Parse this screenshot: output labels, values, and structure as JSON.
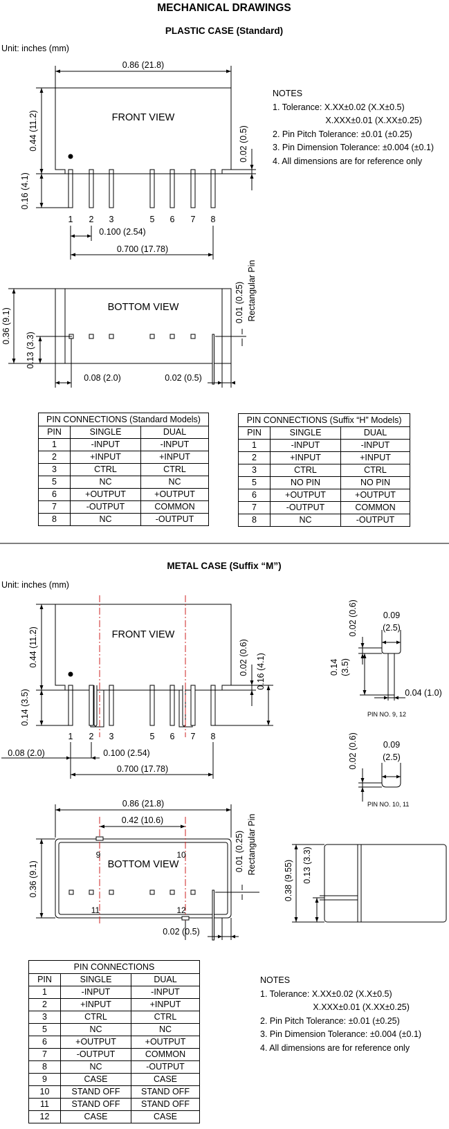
{
  "page": {
    "title": "MECHANICAL DRAWINGS",
    "plastic_case_title": "PLASTIC CASE (Standard)",
    "metal_case_title": "METAL CASE (Suffix “M”)",
    "unit_label": "Unit: inches (mm)"
  },
  "plastic": {
    "front_view_label": "FRONT VIEW",
    "bottom_view_label": "BOTTOM VIEW",
    "rectangular_pin_label": "Rectangular Pin",
    "pin_numbers": [
      "1",
      "2",
      "3",
      "5",
      "6",
      "7",
      "8"
    ],
    "dims": {
      "length": "0.86 (21.8)",
      "height": "0.44 (11.2)",
      "pin_length": "0.16 (4.1)",
      "standoff": "0.02 (0.5)",
      "pin_pitch": "0.100 (2.54)",
      "pin_span": "0.700 (17.78)",
      "width": "0.36 (9.1)",
      "pin_row_offset": "0.13 (3.3)",
      "pin_thickness": "0.01 (0.25)",
      "end_offset": "0.08 (2.0)",
      "bottom_standoff": "0.02 (0.5)"
    }
  },
  "notes_top": {
    "title": "NOTES",
    "lines": [
      "1. Tolerance: X.XX±0.02 (X.X±0.5)",
      "                      X.XXX±0.01 (X.XX±0.25)",
      "2. Pin Pitch Tolerance: ±0.01 (±0.25)",
      "3. Pin Dimension Tolerance: ±0.004 (±0.1)",
      "4. All dimensions are for reference only"
    ]
  },
  "table_standard": {
    "title": "PIN CONNECTIONS (Standard Models)",
    "headers": [
      "PIN",
      "SINGLE",
      "DUAL"
    ],
    "rows": [
      [
        "1",
        "-INPUT",
        "-INPUT"
      ],
      [
        "2",
        "+INPUT",
        "+INPUT"
      ],
      [
        "3",
        "CTRL",
        "CTRL"
      ],
      [
        "5",
        "NC",
        "NC"
      ],
      [
        "6",
        "+OUTPUT",
        "+OUTPUT"
      ],
      [
        "7",
        "-OUTPUT",
        "COMMON"
      ],
      [
        "8",
        "NC",
        "-OUTPUT"
      ]
    ]
  },
  "table_h": {
    "title": "PIN CONNECTIONS (Suffix “H” Models)",
    "headers": [
      "PIN",
      "SINGLE",
      "DUAL"
    ],
    "rows": [
      [
        "1",
        "-INPUT",
        "-INPUT"
      ],
      [
        "2",
        "+INPUT",
        "+INPUT"
      ],
      [
        "3",
        "CTRL",
        "CTRL"
      ],
      [
        "5",
        "NO PIN",
        "NO PIN"
      ],
      [
        "6",
        "+OUTPUT",
        "+OUTPUT"
      ],
      [
        "7",
        "-OUTPUT",
        "COMMON"
      ],
      [
        "8",
        "NC",
        "-OUTPUT"
      ]
    ]
  },
  "metal": {
    "front_view_label": "FRONT VIEW",
    "bottom_view_label": "BOTTOM VIEW",
    "rectangular_pin_label": "Rectangular Pin",
    "pin_numbers": [
      "1",
      "2",
      "3",
      "5",
      "6",
      "7",
      "8"
    ],
    "bottom_pin_numbers": [
      "9",
      "10",
      "11",
      "12"
    ],
    "dims": {
      "height": "0.44 (11.2)",
      "pin_length": "0.14 (3.5)",
      "standoff": "0.02 (0.6)",
      "case_pin_length": "0.16 (4.1)",
      "end_offset": "0.08 (2.0)",
      "pin_pitch": "0.100 (2.54)",
      "pin_span": "0.700 (17.78)",
      "length": "0.86 (21.8)",
      "case_pin_spacing": "0.42 (10.6)",
      "width": "0.36 (9.1)",
      "pin_thickness": "0.01 (0.25)",
      "bottom_standoff": "0.02 (0.5)",
      "side_width": "0.38 (9.55)",
      "side_pin_offset": "0.13 (3.3)"
    },
    "detail_pin_9_12": {
      "label": "PIN NO. 9, 12",
      "standoff": "0.02 (0.6)",
      "width": "0.09",
      "width_mm": "(2.5)",
      "length": "0.14",
      "length_mm": "(3.5)",
      "thickness": "0.04 (1.0)"
    },
    "detail_pin_10_11": {
      "label": "PIN NO. 10, 11",
      "standoff": "0.02 (0.6)",
      "width": "0.09",
      "width_mm": "(2.5)"
    }
  },
  "table_metal": {
    "title": "PIN CONNECTIONS",
    "headers": [
      "PIN",
      "SINGLE",
      "DUAL"
    ],
    "rows": [
      [
        "1",
        "-INPUT",
        "-INPUT"
      ],
      [
        "2",
        "+INPUT",
        "+INPUT"
      ],
      [
        "3",
        "CTRL",
        "CTRL"
      ],
      [
        "5",
        "NC",
        "NC"
      ],
      [
        "6",
        "+OUTPUT",
        "+OUTPUT"
      ],
      [
        "7",
        "-OUTPUT",
        "COMMON"
      ],
      [
        "8",
        "NC",
        "-OUTPUT"
      ],
      [
        "9",
        "CASE",
        "CASE"
      ],
      [
        "10",
        "STAND OFF",
        "STAND OFF"
      ],
      [
        "11",
        "STAND OFF",
        "STAND OFF"
      ],
      [
        "12",
        "CASE",
        "CASE"
      ]
    ]
  },
  "notes_bottom": {
    "title": "NOTES",
    "lines": [
      "1. Tolerance: X.XX±0.02 (X.X±0.5)",
      "                      X.XXX±0.01 (X.XX±0.25)",
      "2. Pin Pitch Tolerance: ±0.01 (±0.25)",
      "3. Pin Dimension Tolerance: ±0.004 (±0.1)",
      "4. All dimensions are for reference only"
    ]
  },
  "colors": {
    "line": "#000000",
    "centerline": "#cc2222"
  }
}
